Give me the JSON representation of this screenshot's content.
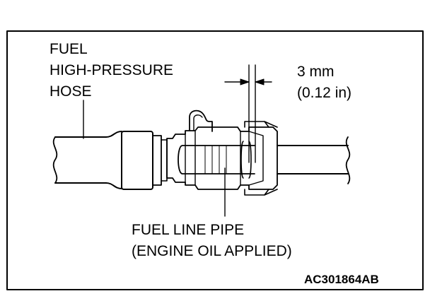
{
  "labels": {
    "hose_line1": "FUEL",
    "hose_line2": "HIGH-PRESSURE",
    "hose_line3": "HOSE",
    "gap_value": "3 mm",
    "gap_value_in": "(0.12 in)",
    "pipe_line1": "FUEL LINE PIPE",
    "pipe_line2": "(ENGINE OIL APPLIED)",
    "figure_id": "AC301864AB"
  },
  "colors": {
    "stroke": "#000000",
    "background": "#ffffff"
  }
}
